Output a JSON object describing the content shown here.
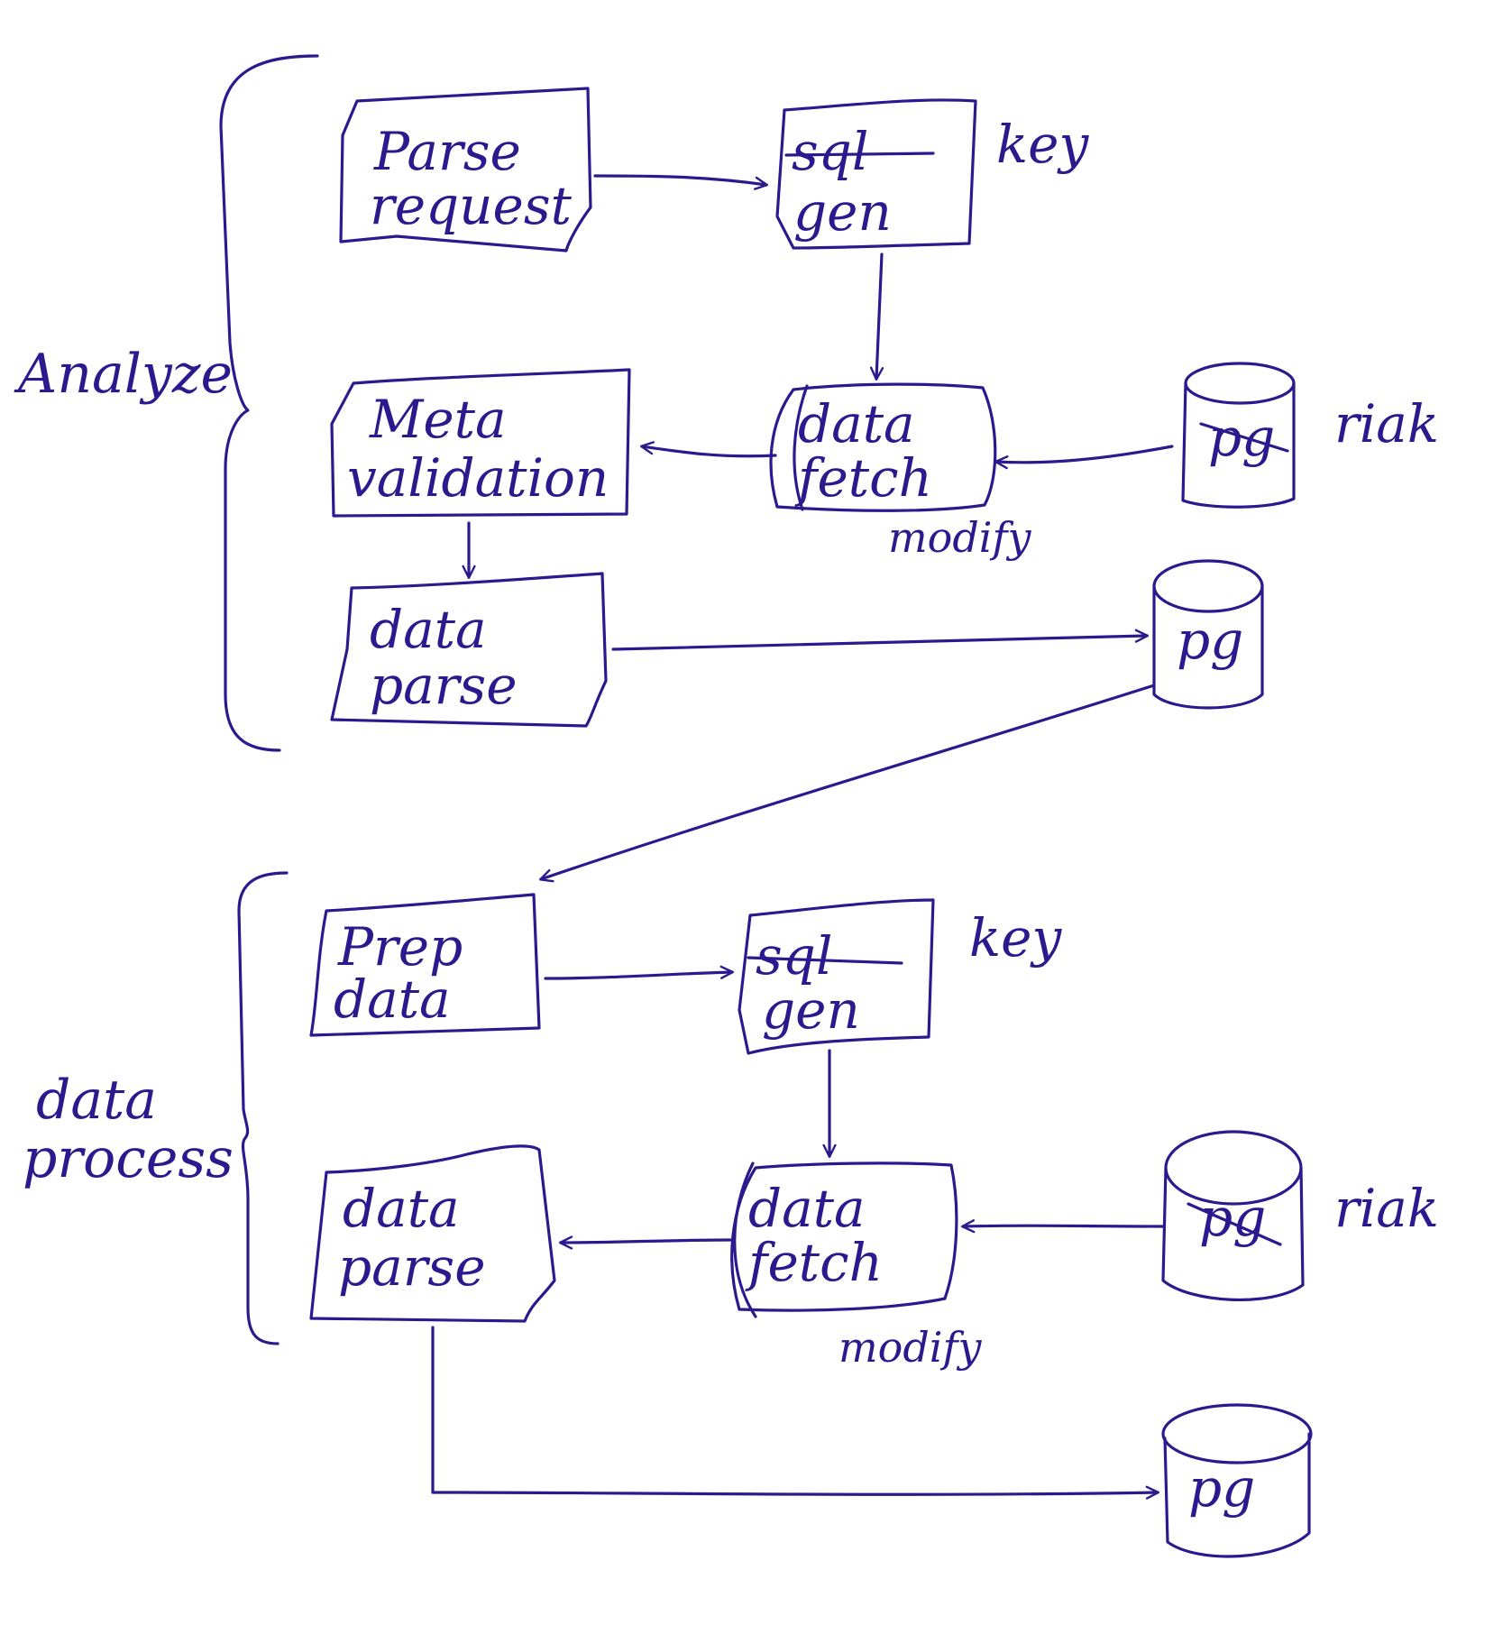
{
  "colors": {
    "ink": "#2b1a8e",
    "paper": "#ffffff"
  },
  "groups": {
    "analyze": "Analyze",
    "data_process": [
      "data",
      "process"
    ]
  },
  "analyze": {
    "parse_request": [
      "Parse",
      "request"
    ],
    "key_gen": {
      "struck": "sql",
      "text": "gen",
      "side": "key"
    },
    "meta_validation": [
      "Meta",
      "validation"
    ],
    "data_fetch": {
      "lines": [
        "data",
        "fetch"
      ],
      "note": "modify"
    },
    "riak_store": {
      "struck": "pg",
      "side": "riak"
    },
    "data_parse": [
      "data",
      "parse"
    ],
    "pg_store": "pg"
  },
  "data_process": {
    "prep_data": [
      "Prep",
      "data"
    ],
    "key_gen": {
      "struck": "sql",
      "text": "gen",
      "side": "key"
    },
    "data_fetch": {
      "lines": [
        "data",
        "fetch"
      ],
      "note": "modify"
    },
    "riak_store": {
      "struck": "pg",
      "side": "riak"
    },
    "data_parse": [
      "data",
      "parse"
    ],
    "pg_store": "pg"
  }
}
